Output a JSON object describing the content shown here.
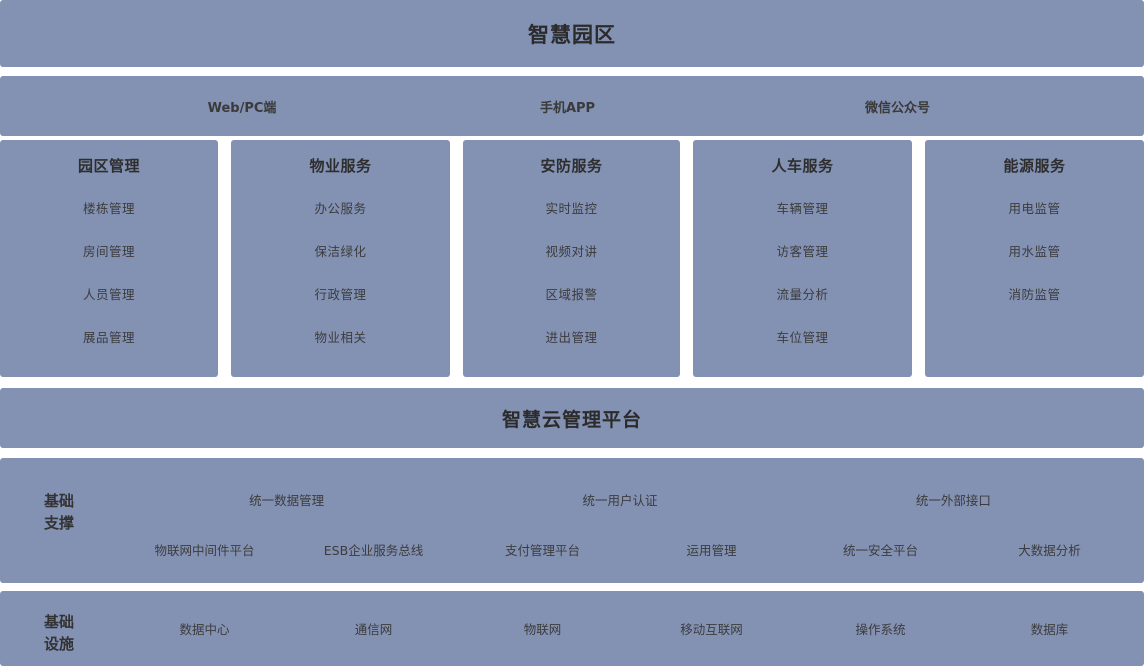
{
  "theme": {
    "band_color": "#8391b3",
    "page_background": "#ffffff",
    "text_color": "#333333"
  },
  "title": {
    "text": "智慧园区"
  },
  "channels": {
    "items": [
      {
        "label": "Web/PC端"
      },
      {
        "label": "手机APP"
      },
      {
        "label": "微信公众号"
      }
    ]
  },
  "modules": [
    {
      "title": "园区管理",
      "items": [
        "楼栋管理",
        "房间管理",
        "人员管理",
        "展品管理"
      ]
    },
    {
      "title": "物业服务",
      "items": [
        "办公服务",
        "保洁绿化",
        "行政管理",
        "物业相关"
      ]
    },
    {
      "title": "安防服务",
      "items": [
        "实时监控",
        "视频对讲",
        "区域报警",
        "进出管理"
      ]
    },
    {
      "title": "人车服务",
      "items": [
        "车辆管理",
        "访客管理",
        "流量分析",
        "车位管理"
      ]
    },
    {
      "title": "能源服务",
      "items": [
        "用电监管",
        "用水监管",
        "消防监管"
      ]
    }
  ],
  "platform": {
    "text": "智慧云管理平台"
  },
  "support": {
    "label": "基础支撑",
    "top_items": [
      "统一数据管理",
      "统一用户认证",
      "统一外部接口"
    ],
    "bottom_items": [
      "物联网中间件平台",
      "ESB企业服务总线",
      "支付管理平台",
      "运用管理",
      "统一安全平台",
      "大数据分析"
    ]
  },
  "infrastructure": {
    "label": "基础设施",
    "items": [
      "数据中心",
      "通信网",
      "物联网",
      "移动互联网",
      "操作系统",
      "数据库"
    ]
  }
}
